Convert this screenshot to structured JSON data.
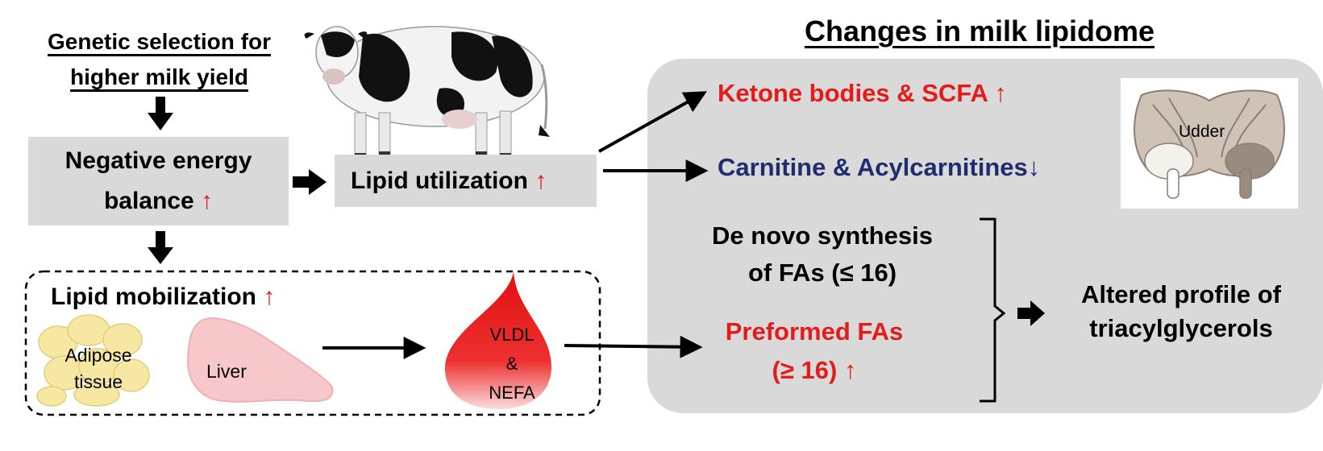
{
  "left": {
    "genetic_line1": "Genetic selection for",
    "genetic_line2": "higher milk yield",
    "neb_line1": "Negative energy",
    "neb_line2": "balance",
    "lipid_utilization": "Lipid utilization",
    "lipid_mobilization": "Lipid mobilization",
    "adipose_line1": "Adipose",
    "adipose_line2": "tissue",
    "liver": "Liver",
    "blood_line1": "VLDL",
    "blood_line2": "&",
    "blood_line3": "NEFA"
  },
  "right": {
    "title": "Changes in milk lipidome",
    "ketone": "Ketone bodies & SCFA",
    "carnitine": "Carnitine & Acylcarnitines",
    "udder": "Udder",
    "denovo_line1": "De novo synthesis",
    "denovo_line2": "of FAs (≤ 16)",
    "preformed_line1": "Preformed FAs",
    "preformed_line2": "(≥ 16)",
    "altered_line1": "Altered profile of",
    "altered_line2": "triacylglycerols"
  },
  "symbols": {
    "up_arrow": "↑",
    "down_arrow": "↓"
  },
  "colors": {
    "increase": "#e41b1b",
    "decrease": "#1f2d6e",
    "box_grey": "#d9d9d9"
  }
}
